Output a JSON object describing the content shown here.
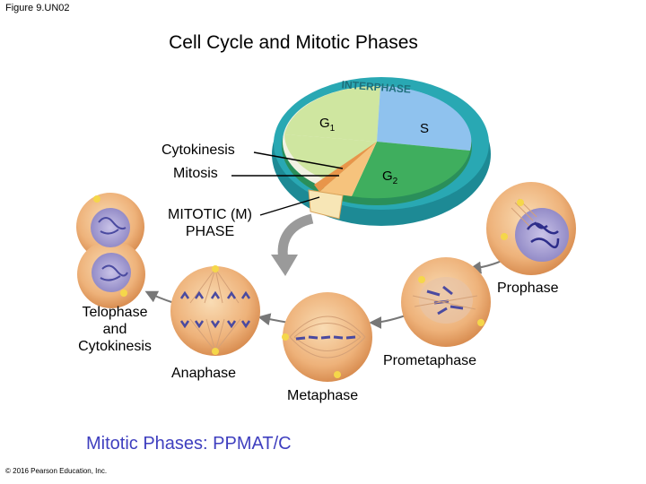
{
  "figure_label": "Figure 9.UN02",
  "title": "Cell Cycle and Mitotic Phases",
  "wheel": {
    "ring_label": "INTERPHASE",
    "g1": "G",
    "g1_sub": "1",
    "s": "S",
    "g2": "G",
    "g2_sub": "2",
    "colors": {
      "g1": "#cfe6a0",
      "s": "#8fc2ee",
      "g2": "#3fae5e",
      "ring": "#29a8b3",
      "mitosis": "#f6c37d",
      "cytokinesis": "#e8954a"
    }
  },
  "labels": {
    "cytokinesis": "Cytokinesis",
    "mitosis": "Mitosis",
    "mitotic_phase_line1": "MITOTIC (M)",
    "mitotic_phase_line2": "PHASE",
    "prophase": "Prophase",
    "prometaphase": "Prometaphase",
    "metaphase": "Metaphase",
    "anaphase": "Anaphase",
    "telophase_line1": "Telophase",
    "telophase_line2": "and",
    "telophase_line3": "Cytokinesis"
  },
  "footer": "Mitotic Phases:  PPMAT/C",
  "copyright": "© 2016 Pearson Education, Inc."
}
